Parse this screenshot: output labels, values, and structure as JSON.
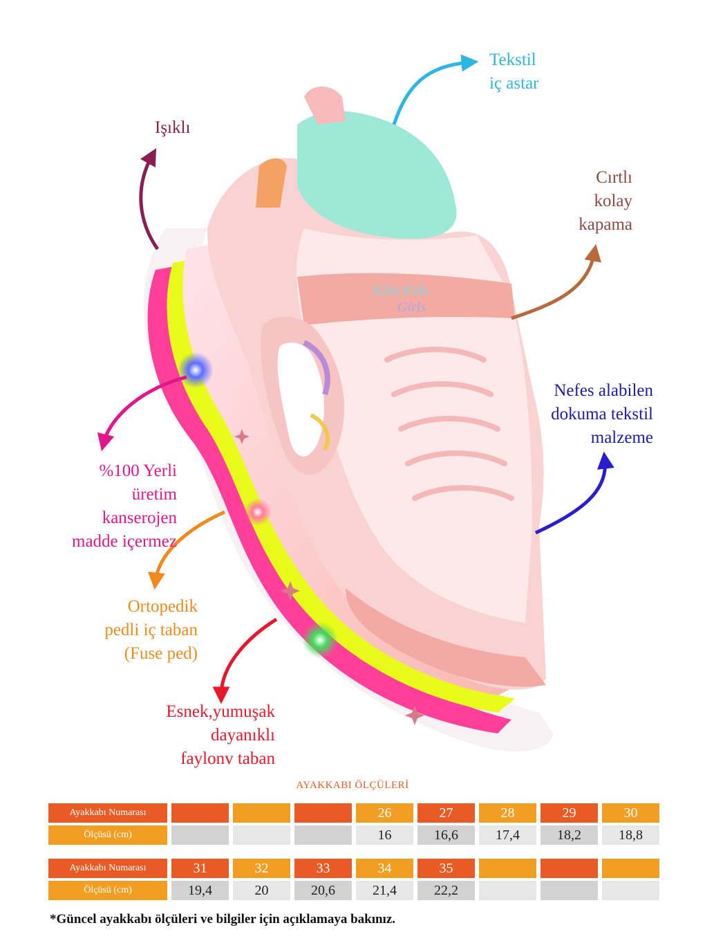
{
  "features": {
    "tekstil": [
      "Tekstil",
      "iç astar"
    ],
    "isikli": [
      "Işıklı"
    ],
    "cirtli": [
      "Cırtlı",
      "kolay",
      "kapama"
    ],
    "nefes": [
      "Nefes alabilen",
      "dokuma tekstil",
      "malzeme"
    ],
    "yerli": [
      "%100 Yerli üretim",
      "kanserojen",
      "madde içermez"
    ],
    "orto": [
      "Ortopedik",
      "pedli iç taban",
      "(Fuse ped)"
    ],
    "esnek": [
      "Esnek,yumuşak",
      "dayanıklı",
      "faylonv taban"
    ]
  },
  "shoe_brand": [
    "Kiko Kids",
    "Girls"
  ],
  "size_table": {
    "title": "AYAKKABI ÖLÇÜLERİ",
    "row_labels": {
      "number": "Ayakkabı Numarası",
      "size": "Ölçüsü (cm)"
    },
    "table1": {
      "numbers": [
        "",
        "",
        "",
        "26",
        "27",
        "28",
        "29",
        "30"
      ],
      "sizes": [
        "",
        "",
        "",
        "16",
        "16,6",
        "17,4",
        "18,2",
        "18,8"
      ]
    },
    "table2": {
      "numbers": [
        "31",
        "32",
        "33",
        "34",
        "35",
        "",
        "",
        ""
      ],
      "sizes": [
        "19,4",
        "20",
        "20,6",
        "21,4",
        "22,2",
        "",
        "",
        ""
      ]
    }
  },
  "footnote": "*Güncel ayakkabı ölçüleri ve bilgiler için açıklamaya bakınız.",
  "colors": {
    "tekstil": "#2bb6e3",
    "isikli": "#8a1e52",
    "cirtli": "#8a4a44",
    "nefes": "#1c1ca8",
    "yerli": "#e2168c",
    "orto": "#f08a1c",
    "esnek": "#e8172b",
    "cell_red": "#e95a24",
    "cell_orange": "#f19e23",
    "cell_gray": "#d2d2d2"
  }
}
